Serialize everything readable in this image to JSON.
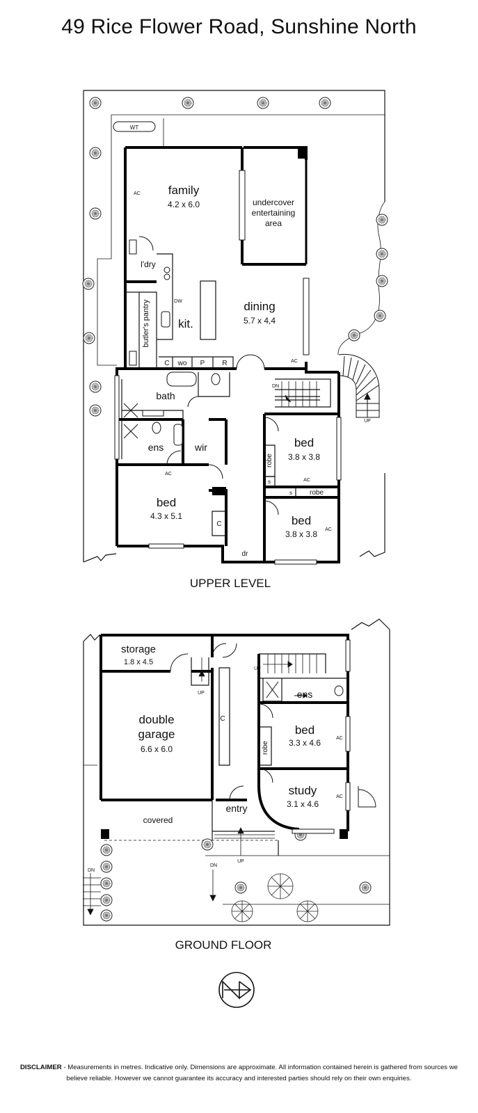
{
  "title": "49 Rice Flower Road, Sunshine North",
  "levels": {
    "upper": "UPPER LEVEL",
    "ground": "GROUND FLOOR"
  },
  "upper_rooms": {
    "family_name": "family",
    "family_dim": "4.2 x 6.0",
    "undercover_1": "undercover",
    "undercover_2": "entertaining",
    "undercover_3": "area",
    "dining_name": "dining",
    "dining_dim": "5.7 x 4,4",
    "kit": "kit.",
    "ldry": "l'dry",
    "butlers": "butler's pantry",
    "dw": "DW",
    "bath": "bath",
    "ens": "ens",
    "wir": "wir",
    "bed1_name": "bed",
    "bed1_dim": "4.3 x 5.1",
    "bed2_name": "bed",
    "bed2_dim": "3.8 x 3.8",
    "bed3_name": "bed",
    "bed3_dim": "3.8 x 3.8",
    "robe": "robe",
    "s": "s",
    "c": "C",
    "wo": "wo",
    "p": "P",
    "r": "R",
    "dr": "dr",
    "ac": "AC",
    "wt": "WT",
    "dn": "DN",
    "up": "UP"
  },
  "ground_rooms": {
    "storage_name": "storage",
    "storage_dim": "1.8 x 4.5",
    "garage_1": "double",
    "garage_2": "garage",
    "garage_dim": "6.6 x 6.0",
    "covered": "covered",
    "entry": "entry",
    "ens": "ens",
    "bed_name": "bed",
    "bed_dim": "3.3 x 4.6",
    "robe": "robe",
    "study_name": "study",
    "study_dim": "3.1 x 4.6",
    "c": "C",
    "ac": "AC",
    "up": "UP",
    "dn": "DN"
  },
  "disclaimer": {
    "label": "DISCLAIMER",
    "text": " - Measurements in metres. Indicative only. Dimensions are approximate. All information contained herein is gathered from sources we believe reliable. However we cannot guarantee its accuracy and interested parties should rely on their own enquiries."
  },
  "icons": [
    "north-arrow-icon",
    "tree-icon",
    "stair-arrow-icon"
  ]
}
